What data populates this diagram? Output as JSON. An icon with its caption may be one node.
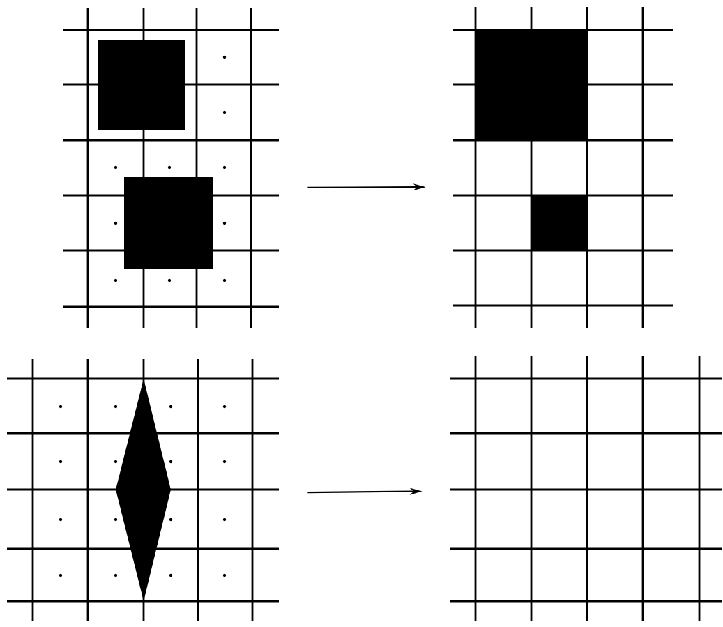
{
  "diagram": {
    "nodes": [
      {
        "text": [],
        "shape": "grid"
      },
      {
        "text": [],
        "shape": "grid"
      },
      {
        "text": [],
        "shape": "grid"
      },
      {
        "text": [],
        "shape": "grid"
      }
    ],
    "edges": [
      {
        "from": 0,
        "to": 1,
        "arrow": "to"
      },
      {
        "from": 2,
        "to": 3,
        "arrow": "to"
      }
    ]
  }
}
